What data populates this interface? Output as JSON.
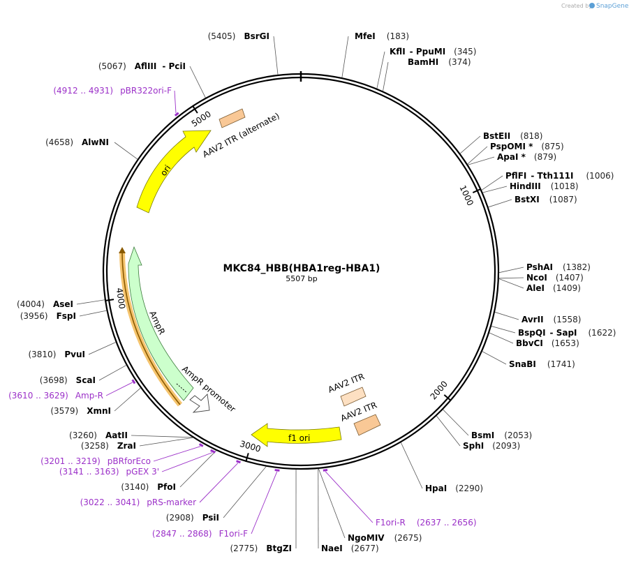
{
  "credit": {
    "prefix": "Created by",
    "brand": "SnapGene"
  },
  "plasmid": {
    "name": "MKC84_HBB(HBA1reg-HBA1)",
    "length_label": "5507 bp",
    "length": 5507
  },
  "ticks": [
    {
      "label": "1000",
      "pos": 1000
    },
    {
      "label": "2000",
      "pos": 2000
    },
    {
      "label": "3000",
      "pos": 3000
    },
    {
      "label": "4000",
      "pos": 4000
    },
    {
      "label": "5000",
      "pos": 5000
    }
  ],
  "sites": [
    {
      "name": "MfeI",
      "pos_label": "(183)",
      "pos": 183
    },
    {
      "name": "KflI",
      "extra": "-  PpuMI",
      "pos_label": "(345)",
      "pos": 345
    },
    {
      "name": "BamHI",
      "pos_label": "(374)",
      "pos": 374
    },
    {
      "name": "BstEII",
      "pos_label": "(818)",
      "pos": 818
    },
    {
      "name": "PspOMI *",
      "pos_label": "(875)",
      "pos": 875
    },
    {
      "name": "ApaI *",
      "pos_label": "(879)",
      "pos": 879
    },
    {
      "name": "PflFI",
      "extra": "-  Tth111I",
      "pos_label": "(1006)",
      "pos": 1006
    },
    {
      "name": "HindIII",
      "pos_label": "(1018)",
      "pos": 1018
    },
    {
      "name": "BstXI",
      "pos_label": "(1087)",
      "pos": 1087
    },
    {
      "name": "PshAI",
      "pos_label": "(1382)",
      "pos": 1382
    },
    {
      "name": "NcoI",
      "pos_label": "(1407)",
      "pos": 1407
    },
    {
      "name": "AleI",
      "pos_label": "(1409)",
      "pos": 1409
    },
    {
      "name": "AvrII",
      "pos_label": "(1558)",
      "pos": 1558
    },
    {
      "name": "BspQI",
      "extra": "-  SapI",
      "pos_label": "(1622)",
      "pos": 1622
    },
    {
      "name": "BbvCI",
      "pos_label": "(1653)",
      "pos": 1653
    },
    {
      "name": "SnaBI",
      "pos_label": "(1741)",
      "pos": 1741
    },
    {
      "name": "BsmI",
      "pos_label": "(2053)",
      "pos": 2053
    },
    {
      "name": "SphI",
      "pos_label": "(2093)",
      "pos": 2093
    },
    {
      "name": "HpaI",
      "pos_label": "(2290)",
      "pos": 2290
    },
    {
      "name": "NgoMIV",
      "pos_label": "(2675)",
      "pos": 2675
    },
    {
      "name": "NaeI",
      "pos_label": "(2677)",
      "pos": 2677
    },
    {
      "name": "BtgZI",
      "pos_label": "(2775)",
      "pos": 2775
    },
    {
      "name": "PsiI",
      "pos_label": "(2908)",
      "pos": 2908
    },
    {
      "name": "PfoI",
      "pos_label": "(3140)",
      "pos": 3140
    },
    {
      "name": "ZraI",
      "pos_label": "(3258)",
      "pos": 3258
    },
    {
      "name": "AatII",
      "pos_label": "(3260)",
      "pos": 3260
    },
    {
      "name": "XmnI",
      "pos_label": "(3579)",
      "pos": 3579
    },
    {
      "name": "ScaI",
      "pos_label": "(3698)",
      "pos": 3698
    },
    {
      "name": "PvuI",
      "pos_label": "(3810)",
      "pos": 3810
    },
    {
      "name": "FspI",
      "pos_label": "(3956)",
      "pos": 3956
    },
    {
      "name": "AseI",
      "pos_label": "(4004)",
      "pos": 4004
    },
    {
      "name": "AlwNI",
      "pos_label": "(4658)",
      "pos": 4658
    },
    {
      "name": "AflIII",
      "extra": "-  PciI",
      "pos_label": "(5067)",
      "pos": 5067
    },
    {
      "name": "BsrGI",
      "pos_label": "(5405)",
      "pos": 5405
    }
  ],
  "primers": [
    {
      "name": "F1ori-R",
      "pos_label": "(2637 .. 2656)",
      "start": 2637,
      "end": 2656
    },
    {
      "name": "F1ori-F",
      "pos_label": "(2847 .. 2868)",
      "start": 2847,
      "end": 2868
    },
    {
      "name": "pRS-marker",
      "pos_label": "(3022 .. 3041)",
      "start": 3022,
      "end": 3041
    },
    {
      "name": "pGEX 3'",
      "pos_label": "(3141 .. 3163)",
      "start": 3141,
      "end": 3163
    },
    {
      "name": "pBRforEco",
      "pos_label": "(3201 .. 3219)",
      "start": 3201,
      "end": 3219
    },
    {
      "name": "Amp-R",
      "pos_label": "(3610 .. 3629)",
      "start": 3610,
      "end": 3629
    },
    {
      "name": "pBR322ori-F",
      "pos_label": "(4912 .. 4931)",
      "start": 4912,
      "end": 4931
    }
  ],
  "features": [
    {
      "name": "AAV2 ITR (alternate)",
      "type": "box",
      "color": "#f9c896"
    },
    {
      "name": "ori",
      "type": "arrow",
      "color": "#ffff00"
    },
    {
      "name": "AmpR",
      "type": "arrow",
      "color": "#ccffcc"
    },
    {
      "name": "AmpR promoter",
      "type": "arrow",
      "color": "#ffffff"
    },
    {
      "name": "f1 ori",
      "type": "arrow",
      "color": "#ffff00"
    },
    {
      "name": "AAV2 ITR",
      "type": "box",
      "color": "#fde0c2"
    },
    {
      "name": "AAV2 ITR",
      "type": "box",
      "color": "#f9c896"
    }
  ],
  "colors": {
    "primer": "#9b30c8",
    "orf_highlight": "#f5c46e",
    "backbone": "#000000"
  }
}
